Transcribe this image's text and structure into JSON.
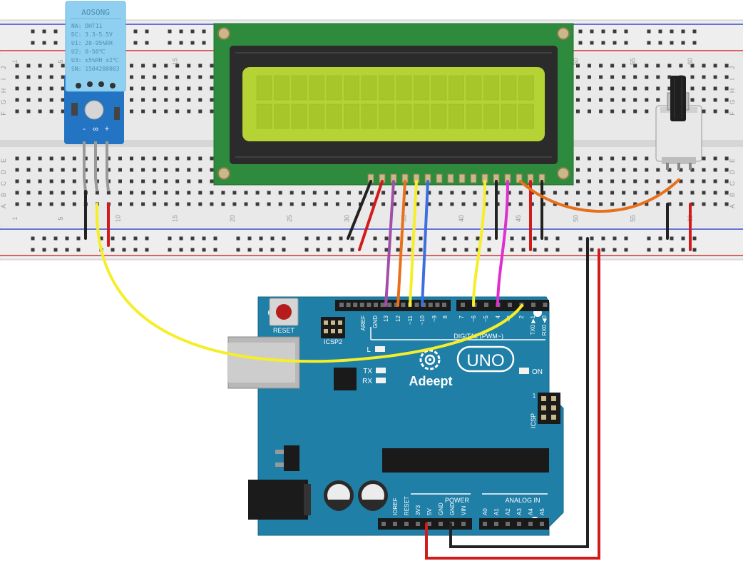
{
  "sensor": {
    "brand": "AOSONG",
    "lines": [
      "NA: DHT11",
      "DC: 3.3-5.5V",
      "U1: 20-95%RH",
      "U2: 0-50℃",
      "U3: ±5%RH ±2℃",
      "SN: 1504200003"
    ],
    "pins": [
      "-",
      "∞",
      "+"
    ]
  },
  "breadboard": {
    "column_numbers": [
      "1",
      "5",
      "10",
      "15",
      "20",
      "25",
      "30",
      "35",
      "40",
      "45",
      "50",
      "55",
      "60"
    ],
    "rows_top": [
      "J",
      "I",
      "H",
      "G",
      "F"
    ],
    "rows_bottom": [
      "E",
      "D",
      "C",
      "B",
      "A"
    ]
  },
  "arduino": {
    "brand": "Adeept",
    "model": "UNO",
    "reset_label": "RESET",
    "icsp2_label": "ICSP2",
    "icsp_label": "ICSP",
    "icsp_pin1": "1",
    "digital_label": "DIGITAL (PWM~)",
    "digital_pins": [
      "AREF",
      "GND",
      "13",
      "12",
      "~11",
      "~10",
      "~9",
      "8",
      "7",
      "~6",
      "~5",
      "4",
      "~3",
      "2",
      "TX0 ▶1",
      "RX0 ◀0"
    ],
    "led_l": "L",
    "led_tx": "TX",
    "led_rx": "RX",
    "led_on": "ON",
    "power_label": "POWER",
    "power_pins": [
      "IOREF",
      "RESET",
      "3V3",
      "5V",
      "GND",
      "GND",
      "VIN"
    ],
    "analog_label": "ANALOG IN",
    "analog_pins": [
      "A0",
      "A1",
      "A2",
      "A3",
      "A4",
      "A5"
    ]
  },
  "colors": {
    "board": "#1f7fa6",
    "lcd_pcb": "#2e8b3d",
    "lcd_screen": "#b5d334",
    "sensor": "#8fd0f0",
    "wire_yellow": "#f5ee2a",
    "wire_red": "#d21c1c",
    "wire_black": "#222222",
    "wire_orange": "#e8701a",
    "wire_purple": "#a34fa8",
    "wire_blue": "#3c6fe0",
    "wire_magenta": "#e02fd0"
  }
}
